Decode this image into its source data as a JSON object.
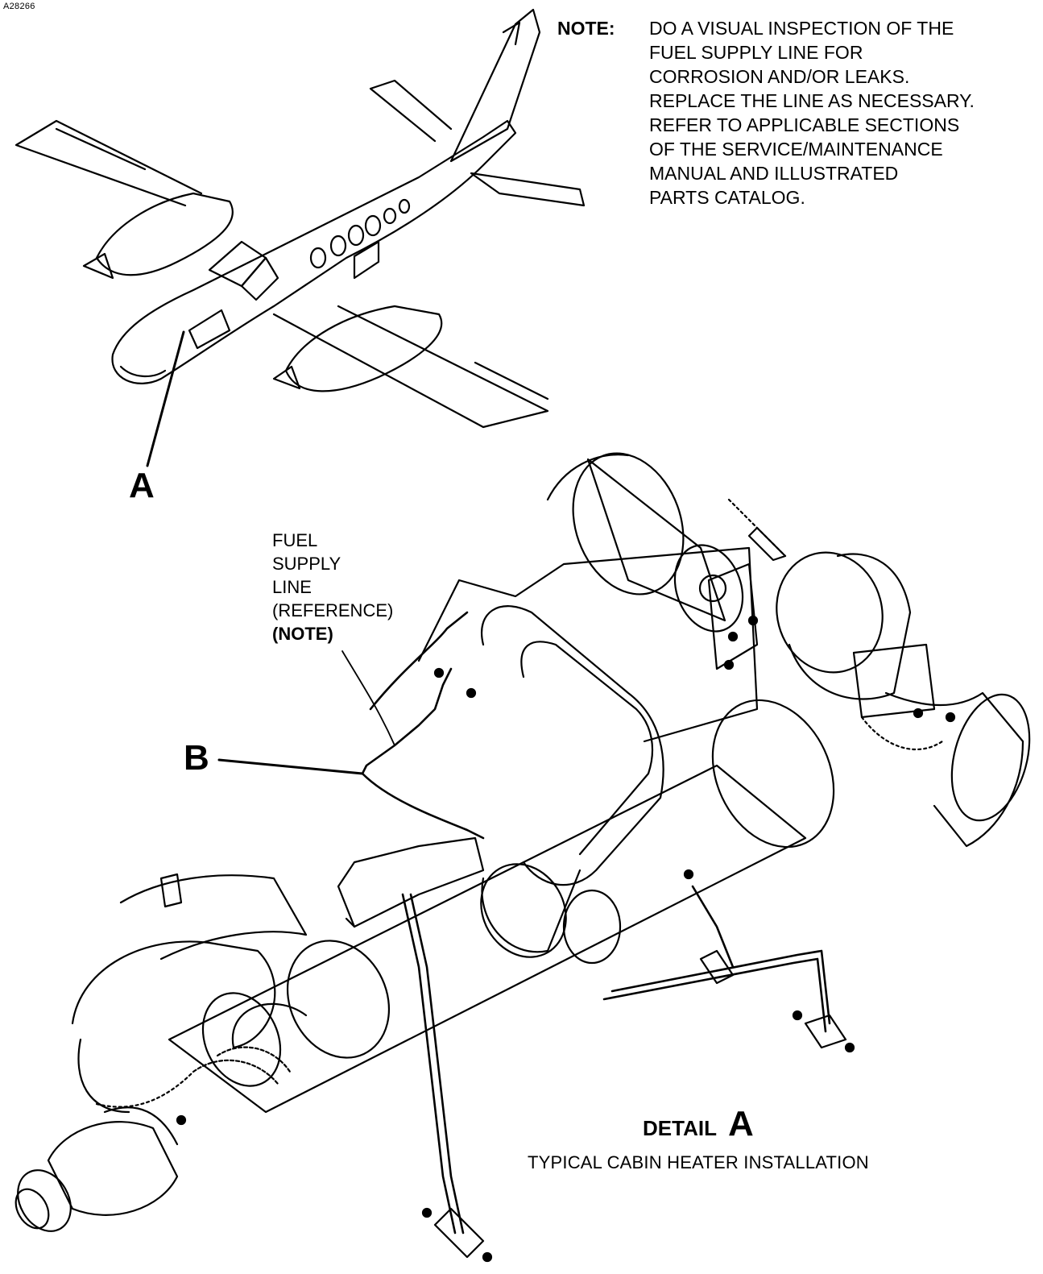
{
  "figure_id": "A28266",
  "note": {
    "label": "NOTE:",
    "lines": [
      "DO A VISUAL INSPECTION OF THE",
      "FUEL SUPPLY LINE FOR",
      "CORROSION AND/OR LEAKS.",
      "REPLACE THE LINE AS NECESSARY.",
      "REFER TO APPLICABLE SECTIONS",
      "OF THE SERVICE/MAINTENANCE",
      "MANUAL AND ILLUSTRATED",
      "PARTS CATALOG."
    ]
  },
  "callouts": {
    "a": "A",
    "b": "B"
  },
  "fuel_line_label": {
    "lines": [
      "FUEL",
      "SUPPLY",
      "LINE",
      "(REFERENCE)"
    ],
    "note_ref": "(NOTE)"
  },
  "detail": {
    "word": "DETAIL",
    "letter": "A",
    "caption": "TYPICAL CABIN HEATER INSTALLATION"
  }
}
